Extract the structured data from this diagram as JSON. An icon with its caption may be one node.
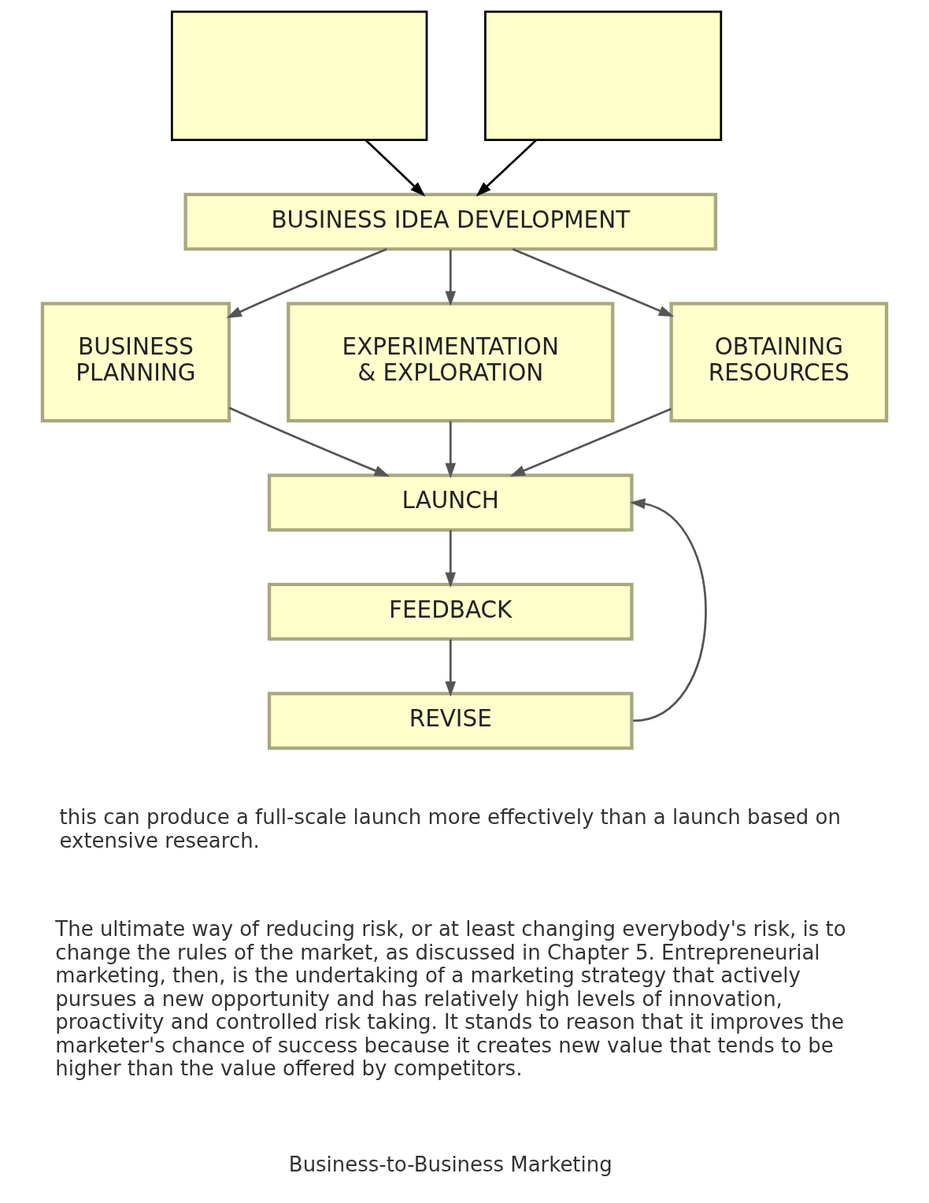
{
  "diagram": {
    "nodes": [
      {
        "text": [],
        "shape": "box"
      },
      {
        "text": [],
        "shape": "box"
      },
      {
        "text": [
          "BUSINESS IDEA DEVELOPMENT"
        ]
      },
      {
        "text": [
          "BUSINESS PLANNING"
        ]
      },
      {
        "text": [
          "EXPERIMENTATION & EXPLORATION"
        ]
      },
      {
        "text": [
          "OBTAINING RESOURCES"
        ]
      },
      {
        "text": [
          "LAUNCH"
        ]
      },
      {
        "text": [
          "FEEDBACK"
        ]
      },
      {
        "text": [
          "REVISE"
        ]
      }
    ],
    "edges": [
      {
        "from": 0,
        "to": 2,
        "arrow": "to",
        "color": "#000000"
      },
      {
        "from": 1,
        "to": 2,
        "arrow": "to",
        "color": "#000000"
      },
      {
        "from": 2,
        "to": 3,
        "arrow": "to"
      },
      {
        "from": 2,
        "to": 4,
        "arrow": "to"
      },
      {
        "from": 2,
        "to": 5,
        "arrow": "to"
      },
      {
        "from": 3,
        "to": 6,
        "arrow": "to"
      },
      {
        "from": 4,
        "to": 6,
        "arrow": "to"
      },
      {
        "from": 5,
        "to": 6,
        "arrow": "to"
      },
      {
        "from": 6,
        "to": 7,
        "arrow": "to"
      },
      {
        "from": 7,
        "to": 8,
        "arrow": "to"
      },
      {
        "from": 8,
        "to": 6,
        "arrow": "to"
      }
    ],
    "labels": [
      "this can produce a full-scale launch more effectively than a launch based on extensive research.",
      "The ultimate way of reducing risk, or at least changing everybody's risk, is to change the rules of the market, as discussed in Chapter 5. Entrepreneurial marketing, then, is the undertaking of a marketing strategy that actively pursues a new opportunity and has relatively high levels of innovation, proactivity and controlled risk taking. It stands to reason that it improves the marketer's chance of success because it creates new value that tends to be higher than the value offered by competitors.",
      "Business-to-Business Marketing"
    ]
  }
}
